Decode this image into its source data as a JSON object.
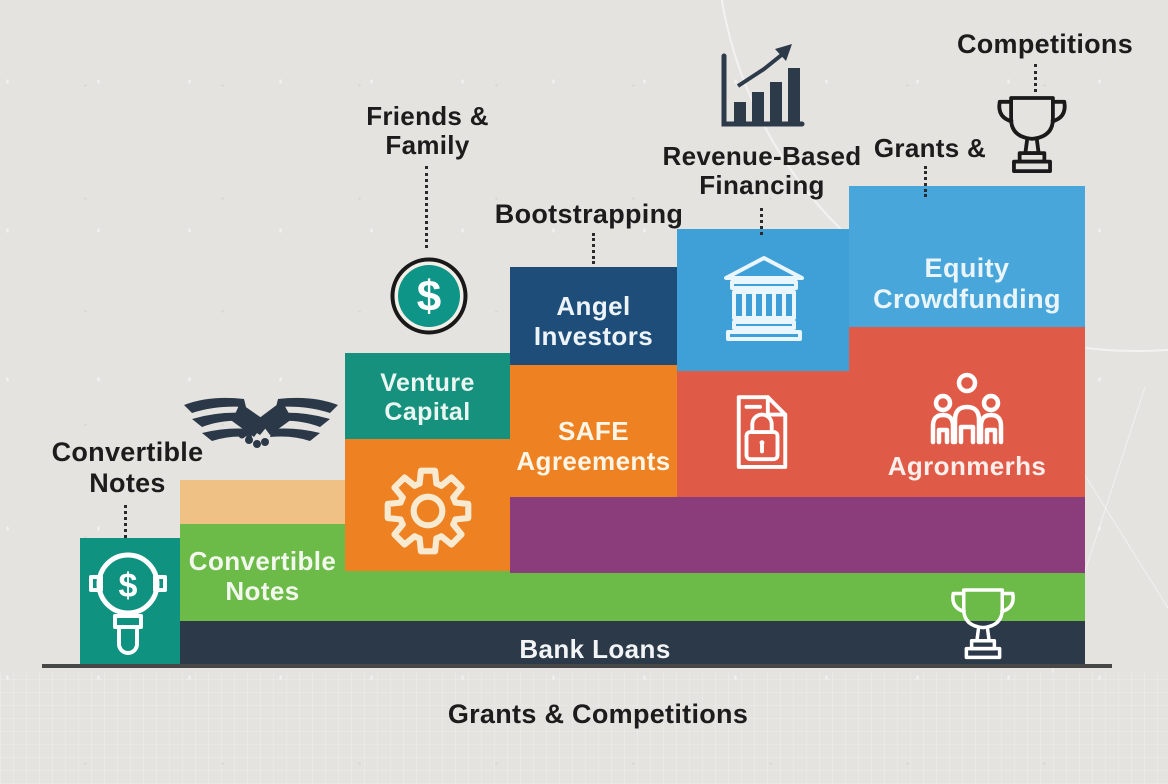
{
  "title": "Startup funding staircase infographic",
  "palette": {
    "background": "#e5e3e0",
    "teal": "#0f9280",
    "teal_venture": "#16917e",
    "green": "#6cba47",
    "tan": "#f0c185",
    "orange": "#ee8122",
    "navy_dark": "#2b3949",
    "navy_blue": "#1d4d78",
    "light_blue": "#3f9fd7",
    "light_blue_2": "#48a6da",
    "red": "#e05a48",
    "purple": "#8b3d7b",
    "label_black": "#1c1c1c",
    "white_text": "#f4f2ec"
  },
  "floating_labels": {
    "convertible_notes": {
      "line1": "Convertible",
      "line2": "Notes"
    },
    "friends_family": {
      "line1": "Friends &",
      "line2": "Family"
    },
    "bootstrapping": {
      "text": "Bootstrapping"
    },
    "revenue_based_financing": {
      "line1": "Revenue-Based",
      "line2": "Financing"
    },
    "grants": {
      "text": "Grants &"
    },
    "competitions": {
      "text": "Competitions"
    },
    "bottom_caption": {
      "text": "Grants & Competitions"
    }
  },
  "blocks": {
    "venture_capital": {
      "line1": "Venture",
      "line2": "Capital"
    },
    "angel_investors": {
      "line1": "Angel",
      "line2": "Investors"
    },
    "safe_agreements": {
      "line1": "SAFE",
      "line2": "Agreements"
    },
    "convertible_notes": {
      "line1": "Convertible",
      "line2": "Notes"
    },
    "equity_crowdfunding": {
      "line1": "Equity",
      "line2": "Crowdfunding"
    },
    "agreements_red": {
      "text": "Agronmerhs"
    },
    "bank_loans": {
      "text": "Bank Loans"
    }
  },
  "icons": {
    "dollar_char": "$",
    "magnifier_dollar": "magnifier-with-dollar-sign",
    "winged_handshake": "winged-handshake",
    "dollar_coin": "dollar-coin",
    "gear": "gear-outline",
    "bank_building": "bank-columns-building",
    "bar_chart_growth": "rising-bar-chart-with-arrow",
    "trophy_top": "trophy-outline-black",
    "locked_document": "document-with-padlock",
    "people_group": "three-people-group",
    "trophy_bottom": "trophy-outline-white"
  }
}
